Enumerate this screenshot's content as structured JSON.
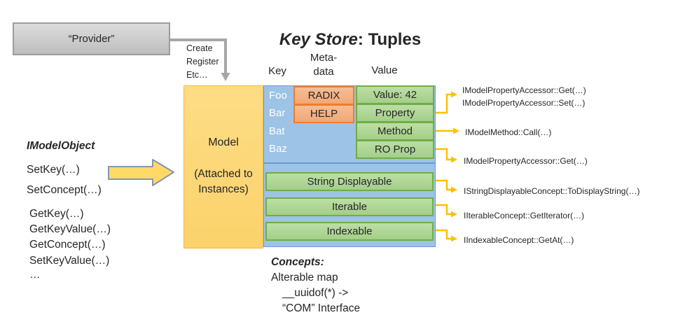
{
  "provider": {
    "label": "“Provider”"
  },
  "create_label": {
    "line1": "Create",
    "line2": "Register",
    "line3": "Etc…"
  },
  "title": {
    "italic": "Key Store",
    "rest": ": Tuples"
  },
  "columns": {
    "key": "Key",
    "meta_line1": "Meta-",
    "meta_line2": "data",
    "value": "Value"
  },
  "model": {
    "title": "Model",
    "sub_line1": "(Attached to",
    "sub_line2": "Instances)"
  },
  "keys": [
    "Foo",
    "Bar",
    "Bat",
    "Baz"
  ],
  "metadata": [
    "RADIX",
    "HELP"
  ],
  "values": [
    "Value: 42",
    "Property",
    "Method",
    "RO Prop"
  ],
  "concept_bars": [
    "String Displayable",
    "Iterable",
    "Indexable"
  ],
  "imodelobject": {
    "heading": "IModelObject",
    "methods": [
      "SetKey(…)",
      "SetConcept(…)",
      "GetKey(…)",
      "GetKeyValue(…)",
      "GetConcept(…)",
      "SetKeyValue(…)",
      "…"
    ]
  },
  "annotations": {
    "property_get": "IModelPropertyAccessor::Get(…)",
    "property_set": "IModelPropertyAccessor::Set(…)",
    "method_call": "IModelMethod::Call(…)",
    "roprop_get": "IModelPropertyAccessor::Get(…)",
    "string_displayable": "IStringDisplayableConcept::ToDisplayString(…)",
    "iterable": "IIterableConcept::GetIterator(…)",
    "indexable": "IIndexableConcept::GetAt(…)"
  },
  "concepts_note": {
    "heading": "Concepts:",
    "line1": "Alterable map",
    "line2": "__uuidof(*) ->",
    "line3": "“COM” Interface"
  },
  "colors": {
    "blue_fill": "#9DC3E6",
    "green_fill": "#A9D18E",
    "green_border": "#70AD47",
    "orange_fill": "#F4B183",
    "orange_border": "#ED7D31",
    "yellow_fill": "#FFD966",
    "yellow_border": "#FFC000",
    "gray_arrow": "#A6A6A6"
  }
}
